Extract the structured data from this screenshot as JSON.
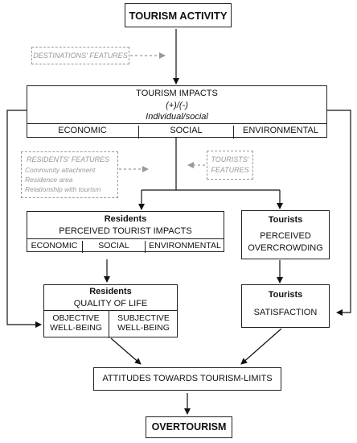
{
  "top": {
    "title": "TOURISM ACTIVITY"
  },
  "destinations_features": "DESTINATIONS' FEATURES",
  "impacts": {
    "title": "TOURISM IMPACTS",
    "sign": "(+)/(-)",
    "scope": "Individual/social",
    "columns": [
      "ECONOMIC",
      "SOCIAL",
      "ENVIRONMENTAL"
    ]
  },
  "residents_features": {
    "title": "RESIDENTS' FEATURES",
    "items": [
      "Community attachment",
      "Residence area",
      "Relationship with tourism"
    ]
  },
  "tourists_features": {
    "line1": "TOURISTS'",
    "line2": "FEATURES"
  },
  "residents_perceived": {
    "title": "Residents",
    "subtitle": "PERCEIVED TOURIST IMPACTS",
    "columns": [
      "ECONOMIC",
      "SOCIAL",
      "ENVIRONMENTAL"
    ]
  },
  "tourists_overcrowding": {
    "title": "Tourists",
    "line1": "PERCEIVED",
    "line2": "OVERCROWDING"
  },
  "residents_qol": {
    "title": "Residents",
    "subtitle": "QUALITY OF LIFE",
    "left": {
      "line1": "OBJECTIVE",
      "line2": "WELL-BEING"
    },
    "right": {
      "line1": "SUBJECTIVE",
      "line2": "WELL-BEING"
    }
  },
  "tourists_satisfaction": {
    "title": "Tourists",
    "line1": "SATISFACTION"
  },
  "attitudes": "ATTITUDES TOWARDS TOURISM-LIMITS",
  "bottom": {
    "title": "OVERTOURISM"
  }
}
